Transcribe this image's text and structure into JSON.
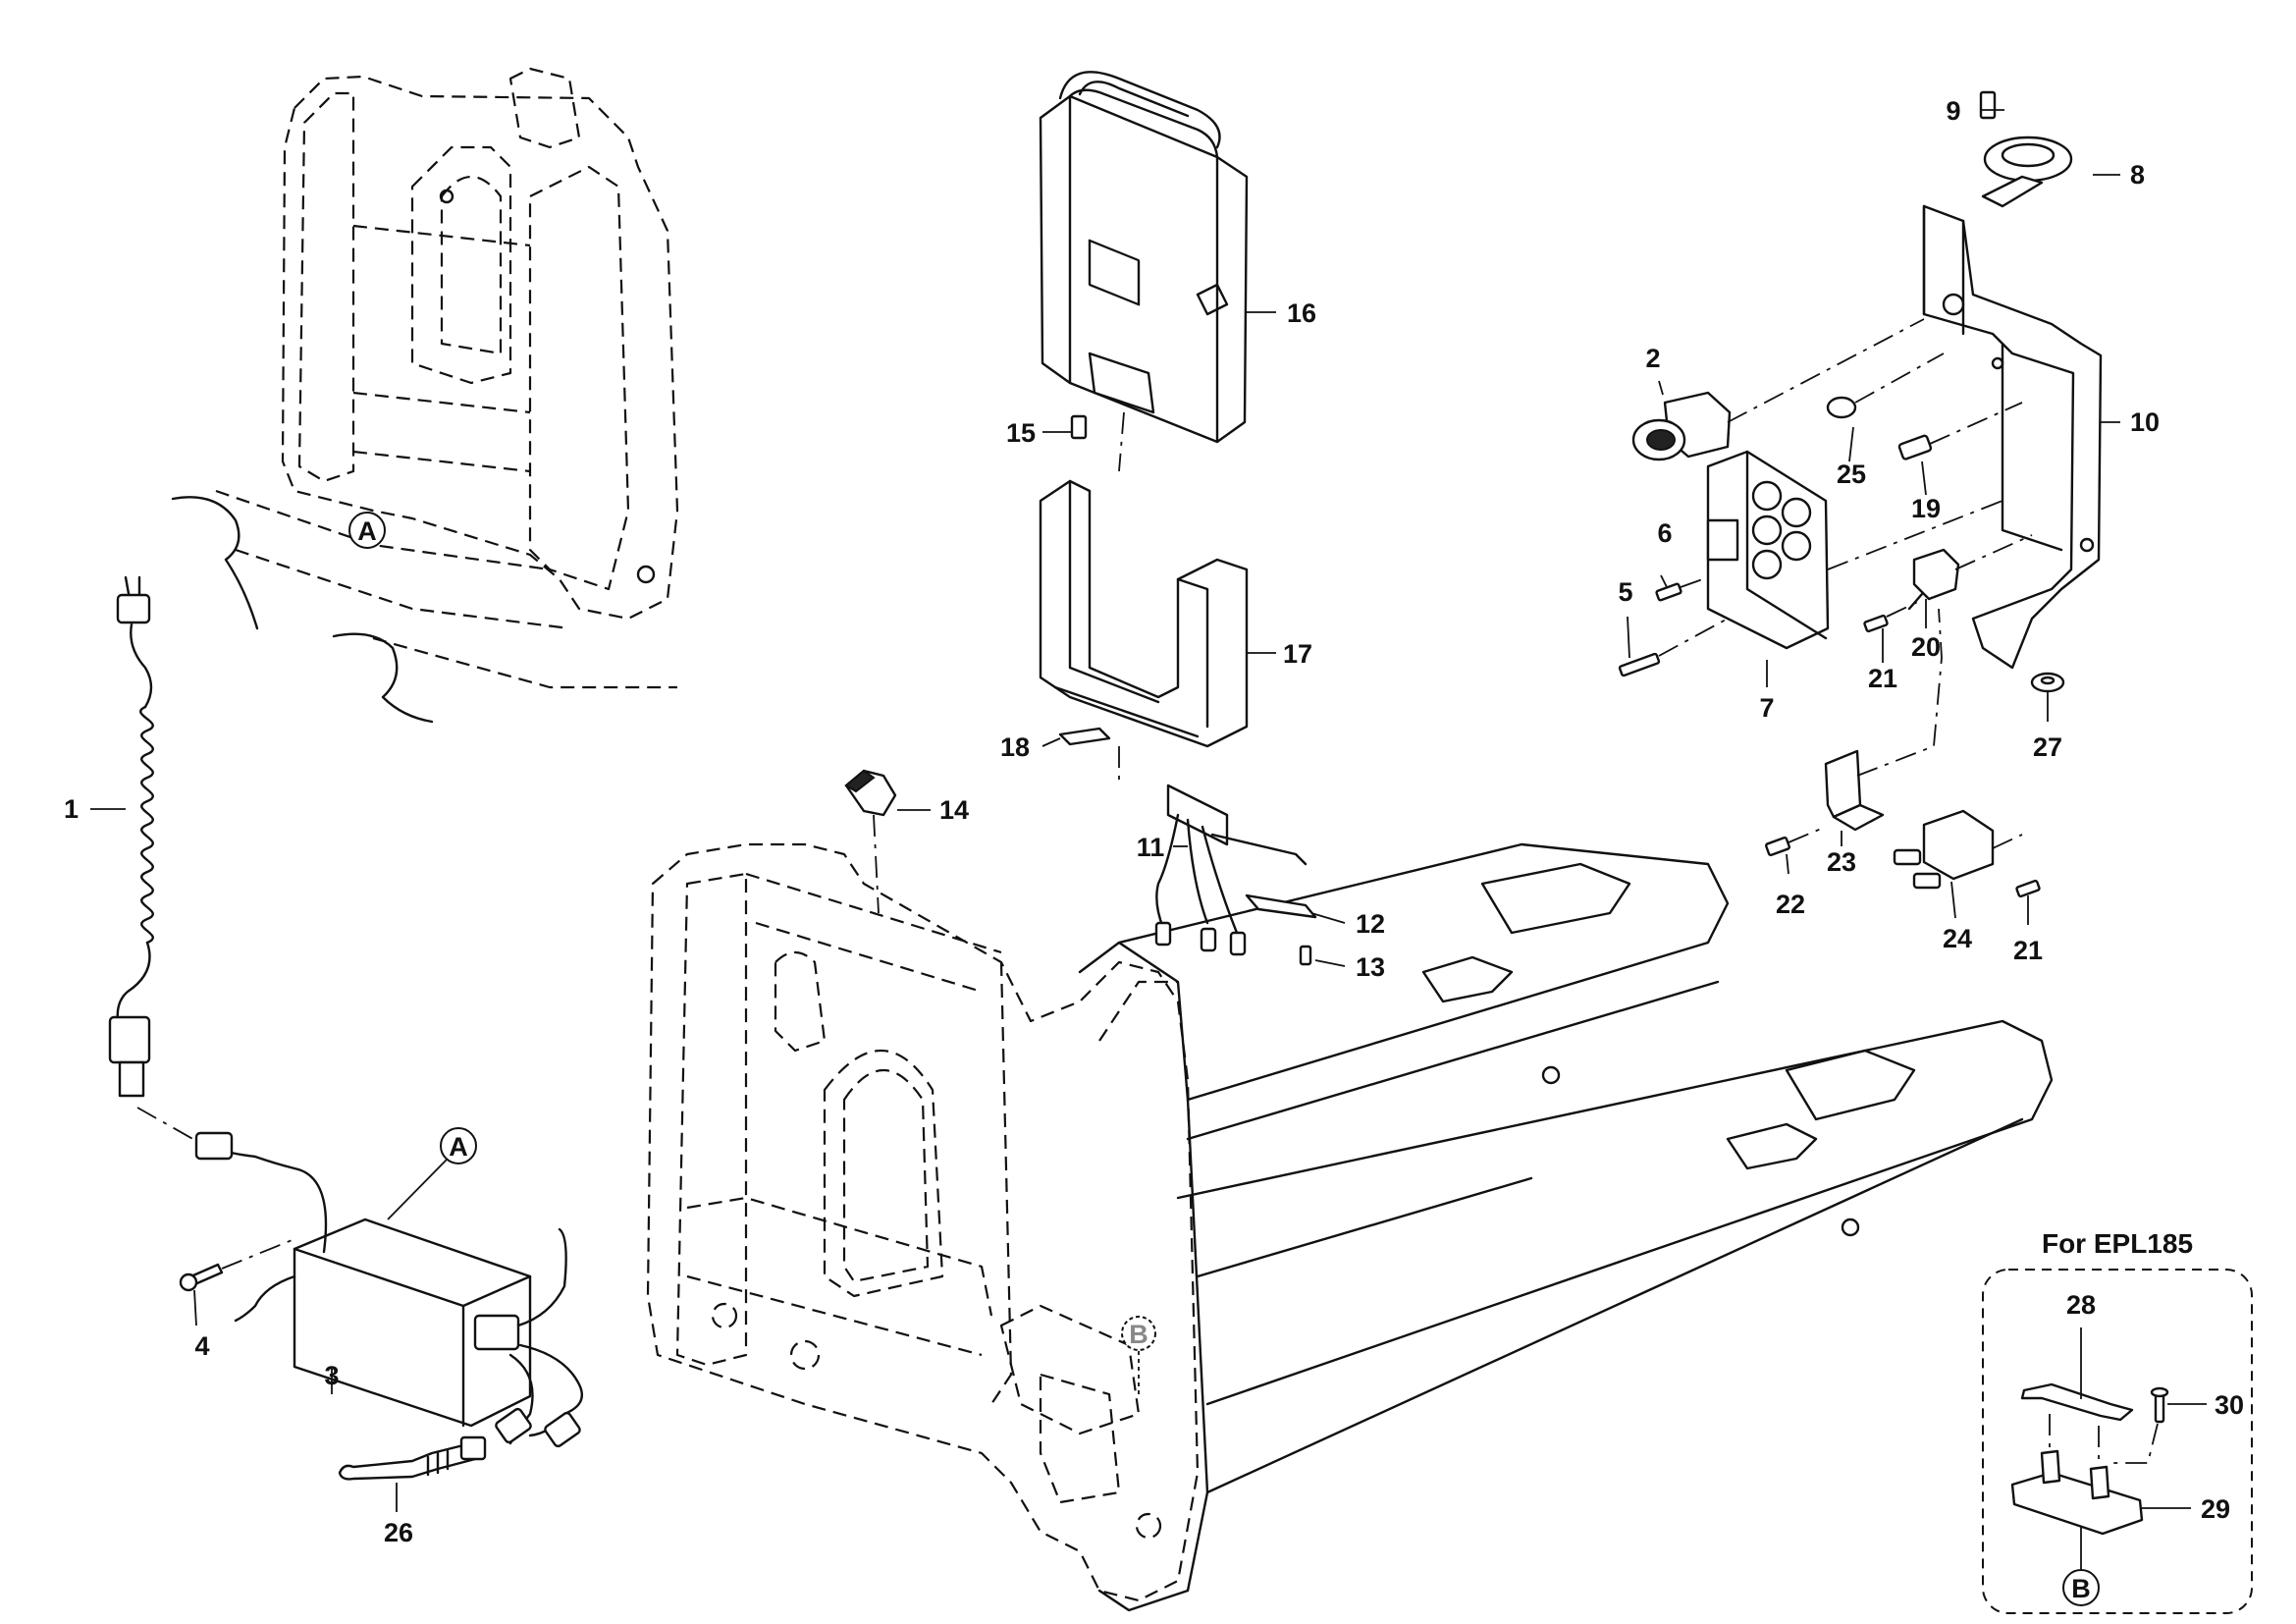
{
  "callouts": {
    "c1": "1",
    "c2": "2",
    "c3": "3",
    "c4": "4",
    "c5": "5",
    "c6": "6",
    "c7": "7",
    "c8": "8",
    "c9": "9",
    "c10": "10",
    "c11": "11",
    "c12": "12",
    "c13": "13",
    "c14": "14",
    "c15": "15",
    "c16": "16",
    "c17": "17",
    "c18": "18",
    "c19": "19",
    "c20": "20",
    "c21a": "21",
    "c21b": "21",
    "c22": "22",
    "c23": "23",
    "c24": "24",
    "c25": "25",
    "c26": "26",
    "c27": "27",
    "c28": "28",
    "c29": "29",
    "c30": "30"
  },
  "refs": {
    "a1": "A",
    "a2": "A",
    "b1": "B",
    "b2": "B"
  },
  "inset": {
    "title": "For EPL185"
  }
}
